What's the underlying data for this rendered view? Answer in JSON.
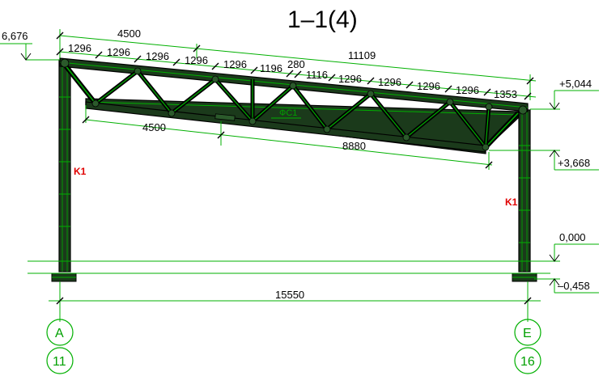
{
  "title": "1–1(4)",
  "levels": {
    "ridge": "6,676",
    "eave_top": "+5,044",
    "eave_bottom": "+3,668",
    "zero": "0,000",
    "base": "–0,458"
  },
  "top_dimensions": {
    "overall_left": "4500",
    "overall_right": "11109",
    "panels": [
      "1296",
      "1296",
      "1296",
      "1296",
      "1296",
      "1196",
      "280",
      "1116",
      "1296",
      "1296",
      "1296",
      "1296",
      "1353"
    ]
  },
  "bottom_dimensions": {
    "left": "4500",
    "right": "8880"
  },
  "span": "15550",
  "column_labels": {
    "left": "K1",
    "right": "K1"
  },
  "brace_label": "ФС1",
  "axes": {
    "left_letter": "A",
    "left_number": "11",
    "right_letter": "E",
    "right_number": "16"
  },
  "colors": {
    "steel": "#000000",
    "dimension": "#00b000",
    "label_red": "#e00000"
  }
}
